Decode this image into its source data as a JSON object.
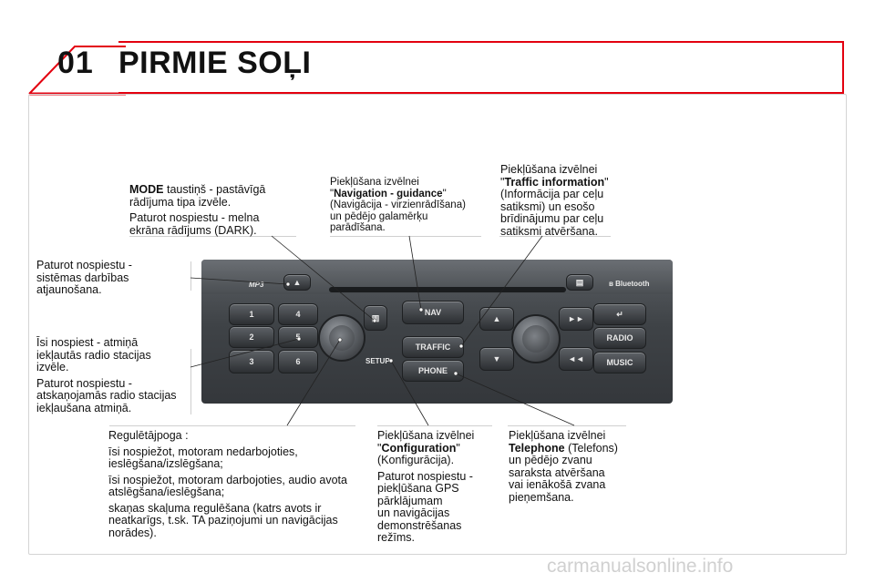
{
  "header": {
    "number": "01",
    "title": "PIRMIE SOĻI",
    "accent_color": "#e3000f"
  },
  "callouts": {
    "mode": {
      "bold": "MODE",
      "line1_rest": " taustiņš - pastāvīgā",
      "line2": "rādījuma tipa izvēle.",
      "p2_line1": "Paturot nospiestu - melna",
      "p2_line2": "ekrāna rādījums (DARK)."
    },
    "nav": {
      "line1": "Piekļūšana izvēlnei",
      "quote_open": "\"",
      "bold": "Navigation - guidance",
      "quote_close": "\"",
      "line3": "(Navigācija - virzienrādīšana)",
      "line4": "un pēdējo galamērķu",
      "line5": "parādīšana."
    },
    "traffic": {
      "line1": "Piekļūšana izvēlnei",
      "quote_open": "\"",
      "bold": "Traffic information",
      "quote_close": "\"",
      "line3": "(Informācija par ceļu",
      "line4": "satiksmi) un esošo",
      "line5": "brīdinājumu par ceļu",
      "line6": "satiksmi atvēršana."
    },
    "reset": {
      "line1": "Paturot nospiestu -",
      "line2": "sistēmas darbības",
      "line3": "atjaunošana."
    },
    "presets": {
      "line1": "Īsi nospiest - atmiņā",
      "line2": "iekļautās radio stacijas",
      "line3": "izvēle.",
      "p2_line1": "Paturot nospiestu -",
      "p2_line2": "atskaņojamās radio stacijas",
      "p2_line3": "iekļaušana atmiņā."
    },
    "volume": {
      "line1": "Regulētājpoga :",
      "p2_line1": "īsi nospiežot, motoram nedarbojoties,",
      "p2_line2": "ieslēgšana/izslēgšana;",
      "p3_line1": "īsi nospiežot, motoram darbojoties, audio avota",
      "p3_line2": "atslēgšana/ieslēgšana;",
      "p4_line1": "skaņas skaļuma regulēšana (katrs avots ir",
      "p4_line2": "neatkarīgs, t.sk. TA paziņojumi un navigācijas",
      "p4_line3": "norādes)."
    },
    "config": {
      "line1": "Piekļūšana izvēlnei",
      "quote_open": "\"",
      "bold": "Configuration",
      "quote_close": "\"",
      "line3": "(Konfigurācija).",
      "p2_line1": "Paturot nospiestu -",
      "p2_line2": "piekļūšana GPS",
      "p2_line3": "pārklājumam",
      "p2_line4": "un navigācijas",
      "p2_line5": "demonstrēšanas",
      "p2_line6": "režīms."
    },
    "phone": {
      "line1": "Piekļūšana izvēlnei",
      "bold": "Telephone",
      "line2_rest": " (Telefons)",
      "line3": "un pēdējo zvanu",
      "line4": "saraksta atvēršana",
      "line5": "vai ienākošā zvana",
      "line6": "pieņemšana."
    }
  },
  "device": {
    "mp3": "MP3",
    "bluetooth": "Bluetooth",
    "preset_labels": [
      "1",
      "4",
      "2",
      "5",
      "3",
      "6"
    ],
    "nav": "NAV",
    "traffic": "TRAFFIC",
    "phone": "PHONE",
    "setup": "SETUP",
    "radio": "RADIO",
    "music": "MUSIC"
  },
  "watermark": "carmanualsonline.info"
}
